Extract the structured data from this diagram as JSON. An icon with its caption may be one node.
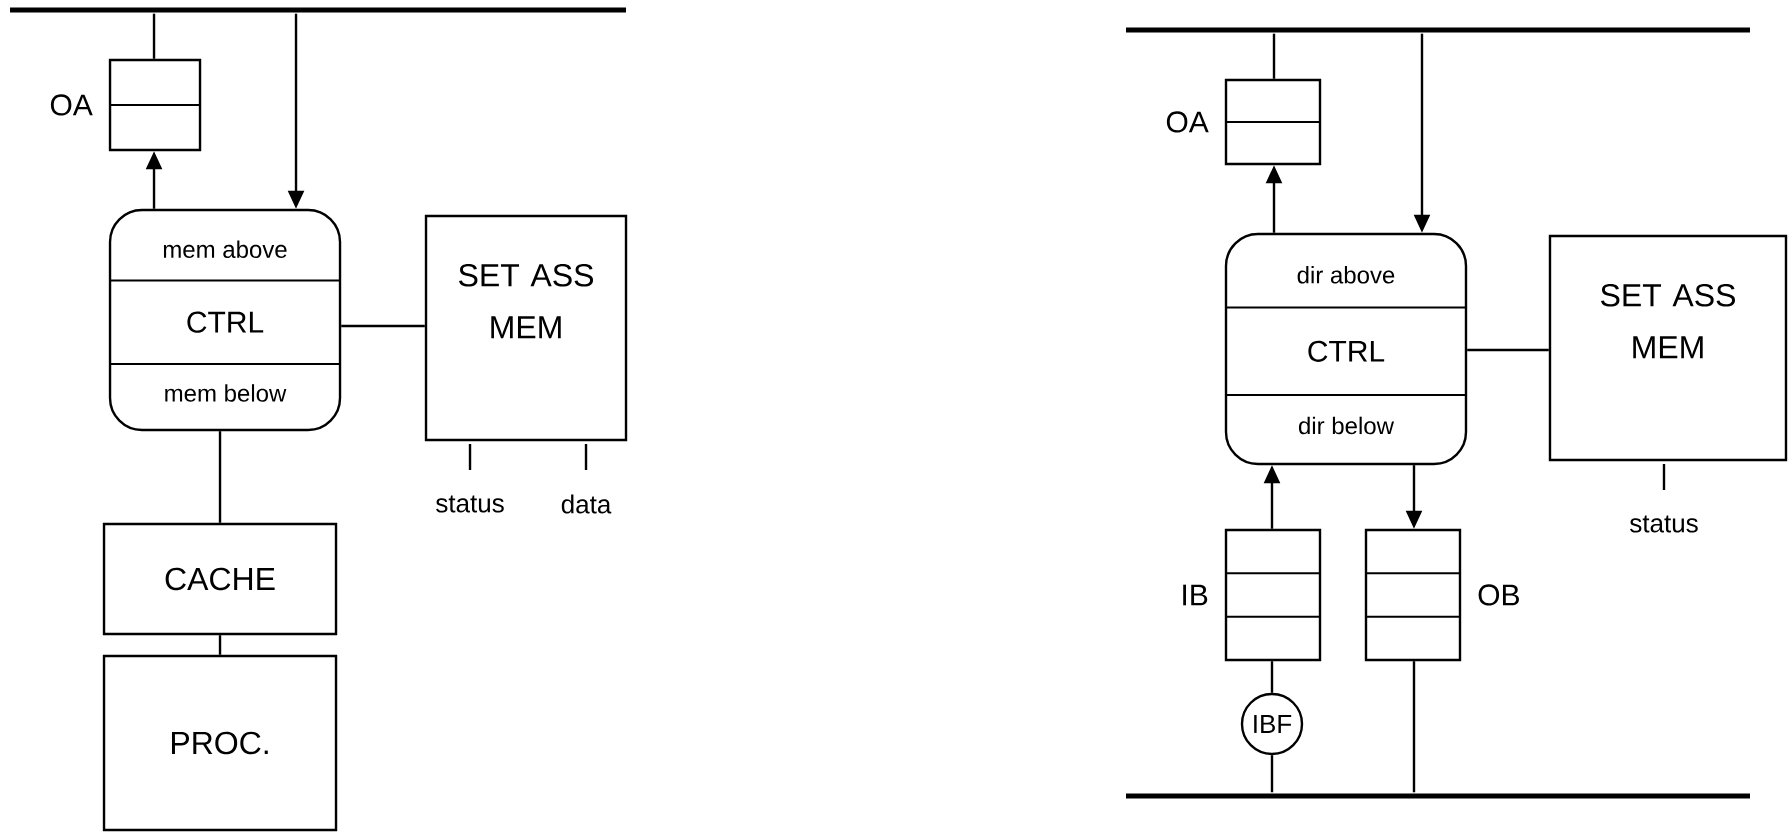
{
  "diagram": {
    "nodes": [
      {
        "text": [],
        "shape": "bar"
      },
      {
        "text": [
          "OA"
        ]
      },
      {
        "text": [
          "mem above",
          "CTRL",
          "mem below"
        ]
      },
      {
        "text": [
          "SET ASS MEM"
        ]
      },
      {
        "text": [
          "CACHE"
        ]
      },
      {
        "text": [
          "PROC."
        ]
      },
      {
        "text": [],
        "shape": "bar"
      },
      {
        "text": [
          "OA"
        ]
      },
      {
        "text": [
          "dir above",
          "CTRL",
          "dir below"
        ]
      },
      {
        "text": [
          "SET ASS MEM"
        ]
      },
      {
        "text": [
          "IB"
        ]
      },
      {
        "text": [
          "OB"
        ]
      },
      {
        "text": [
          "IBF"
        ]
      },
      {
        "text": [],
        "shape": "bar"
      }
    ],
    "edges": [
      {
        "from": 1,
        "to": 0,
        "arrow": "none"
      },
      {
        "from": 2,
        "to": 1,
        "arrow": "to"
      },
      {
        "from": 0,
        "to": 2,
        "arrow": "to"
      },
      {
        "from": 2,
        "to": 3,
        "arrow": "none"
      },
      {
        "from": 2,
        "to": 4,
        "arrow": "none"
      },
      {
        "from": 4,
        "to": 5,
        "arrow": "none"
      },
      {
        "from": 7,
        "to": 6,
        "arrow": "none"
      },
      {
        "from": 8,
        "to": 7,
        "arrow": "to"
      },
      {
        "from": 6,
        "to": 8,
        "arrow": "to"
      },
      {
        "from": 8,
        "to": 9,
        "arrow": "none"
      },
      {
        "from": 10,
        "to": 8,
        "arrow": "to"
      },
      {
        "from": 8,
        "to": 11,
        "arrow": "to"
      },
      {
        "from": 10,
        "to": 12,
        "arrow": "none"
      },
      {
        "from": 12,
        "to": 13,
        "arrow": "none"
      },
      {
        "from": 11,
        "to": 13,
        "arrow": "none"
      }
    ],
    "labels": [
      "status",
      "data",
      "status"
    ]
  }
}
